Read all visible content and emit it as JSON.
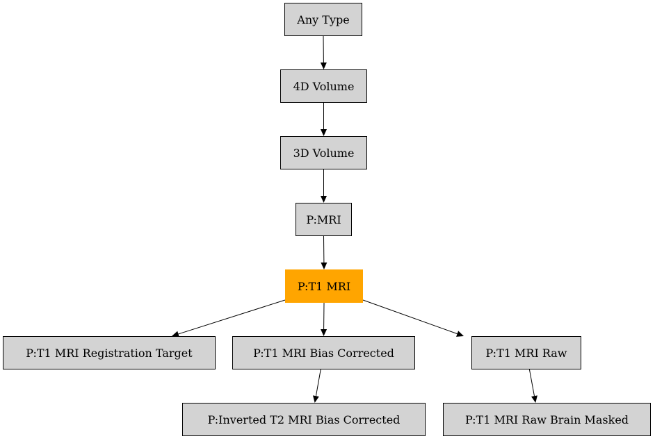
{
  "colors": {
    "node_fill": "#d3d3d3",
    "highlight_fill": "#ffa500",
    "stroke": "#000000",
    "background": "#ffffff"
  },
  "nodes": {
    "any_type": {
      "label": "Any Type"
    },
    "vol_4d": {
      "label": "4D Volume"
    },
    "vol_3d": {
      "label": "3D Volume"
    },
    "p_mri": {
      "label": "P:MRI"
    },
    "p_t1_mri": {
      "label": "P:T1 MRI",
      "highlighted": true
    },
    "p_t1_reg_target": {
      "label": "P:T1 MRI Registration Target"
    },
    "p_t1_bias_corrected": {
      "label": "P:T1 MRI Bias Corrected"
    },
    "p_t1_raw": {
      "label": "P:T1 MRI Raw"
    },
    "p_inv_t2_bias_corrected": {
      "label": "P:Inverted T2 MRI Bias Corrected"
    },
    "p_t1_raw_brain_masked": {
      "label": "P:T1 MRI Raw Brain Masked"
    }
  },
  "edges": [
    {
      "from": "any_type",
      "to": "vol_4d"
    },
    {
      "from": "vol_4d",
      "to": "vol_3d"
    },
    {
      "from": "vol_3d",
      "to": "p_mri"
    },
    {
      "from": "p_mri",
      "to": "p_t1_mri"
    },
    {
      "from": "p_t1_mri",
      "to": "p_t1_reg_target"
    },
    {
      "from": "p_t1_mri",
      "to": "p_t1_bias_corrected"
    },
    {
      "from": "p_t1_mri",
      "to": "p_t1_raw"
    },
    {
      "from": "p_t1_bias_corrected",
      "to": "p_inv_t2_bias_corrected"
    },
    {
      "from": "p_t1_raw",
      "to": "p_t1_raw_brain_masked"
    }
  ]
}
